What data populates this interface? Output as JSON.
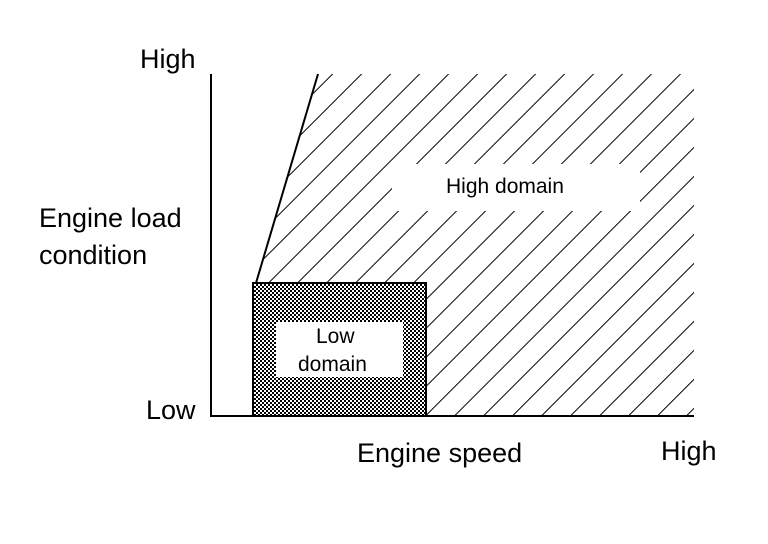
{
  "chart_data": {
    "type": "region-diagram",
    "title": "",
    "xlabel": "Engine speed",
    "ylabel": "Engine load condition",
    "x_ticks": {
      "low": "",
      "high": "High"
    },
    "y_ticks": {
      "low": "Low",
      "high": "High"
    },
    "regions": [
      {
        "name": "Low domain",
        "label": "Low domain",
        "label_lines": [
          "Low",
          "domain"
        ],
        "fill": "crosshatch",
        "extent": {
          "x": [
            0.087,
            0.446
          ],
          "y": [
            0,
            0.39
          ]
        }
      },
      {
        "name": "High domain",
        "label": "High domain",
        "fill": "diagonal-hatch",
        "extent_note": "everything above/right of low domain, bounded on the left by a slanted line"
      }
    ],
    "colors": {
      "ink": "#000000",
      "background": "#ffffff"
    }
  }
}
